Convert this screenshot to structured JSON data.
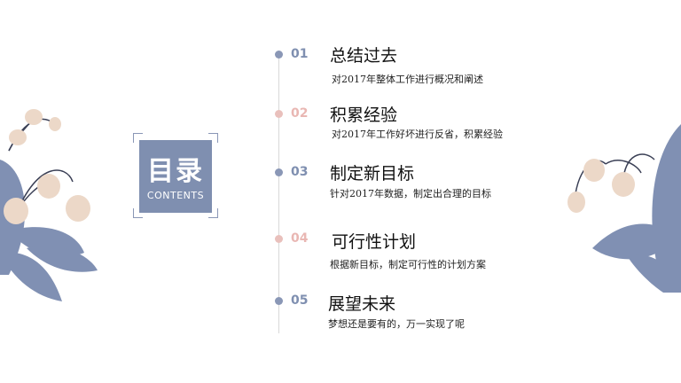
{
  "title": {
    "main": "目录",
    "sub": "CONTENTS"
  },
  "items": [
    {
      "num": "01",
      "heading": "总结过去",
      "desc": "对2017年整体工作进行概况和阐述",
      "accent": "blue"
    },
    {
      "num": "02",
      "heading": "积累经验",
      "desc": "对2017年工作好坏进行反省，积累经验",
      "accent": "pink"
    },
    {
      "num": "03",
      "heading": "制定新目标",
      "desc": "针对2017年数据，制定出合理的目标",
      "accent": "blue"
    },
    {
      "num": "04",
      "heading": "可行性计划",
      "desc": "根据新目标，制定可行性的计划方案",
      "accent": "pink"
    },
    {
      "num": "05",
      "heading": "展望未来",
      "desc": "梦想还是要有的，万一实现了呢",
      "accent": "blue"
    }
  ],
  "colors": {
    "blue": "#7f8fb0",
    "pink": "#e9b7b3",
    "leaf": "#8090b3",
    "flower": "#ecd8c8"
  }
}
